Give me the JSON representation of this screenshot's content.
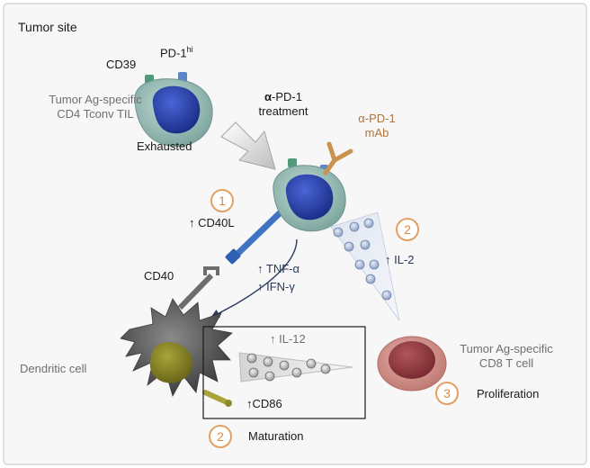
{
  "labels": {
    "tumor_site": "Tumor site",
    "cd39": "CD39",
    "pd1_base": "PD-1",
    "pd1_sup": "hi",
    "tumor_ag_cd4_line1": "Tumor Ag-specific",
    "tumor_ag_cd4_line2": "CD4 Tconv TIL",
    "exhausted": "Exhausted",
    "treatment_alpha": "α",
    "treatment_line1_rest": "-PD-1",
    "treatment_line2": "treatment",
    "mab_line1": "α-PD-1",
    "mab_line2": "mAb",
    "cd40l": "↑ CD40L",
    "cd40": "CD40",
    "tnf": "↑ TNF-α",
    "ifn": "↑ IFN-γ",
    "il2": "↑ IL-2",
    "dendritic_cell": "Dendritic cell",
    "il12": "↑ IL-12",
    "cd86": "↑CD86",
    "maturation": "Maturation",
    "cd8_line1": "Tumor Ag-specific",
    "cd8_line2": "CD8 T cell",
    "proliferation": "Proliferation"
  },
  "steps": {
    "step1": "1",
    "step2_il2": "2",
    "step2_maturation": "2",
    "step3": "3"
  },
  "colors": {
    "cd4_cell_outer": "#8fb3ad",
    "cd4_nucleus": "#2c44a6",
    "cd39_receptor": "#4e9a7a",
    "pd1_receptor": "#5a86c8",
    "cd40l_stalk": "#3f74c4",
    "antibody": "#c9924e",
    "dc_body": "#5e5e5e",
    "dc_nucleus": "#8e8a2a",
    "cd8_cell": "#c8857f",
    "step_circle": "#e2a064"
  }
}
